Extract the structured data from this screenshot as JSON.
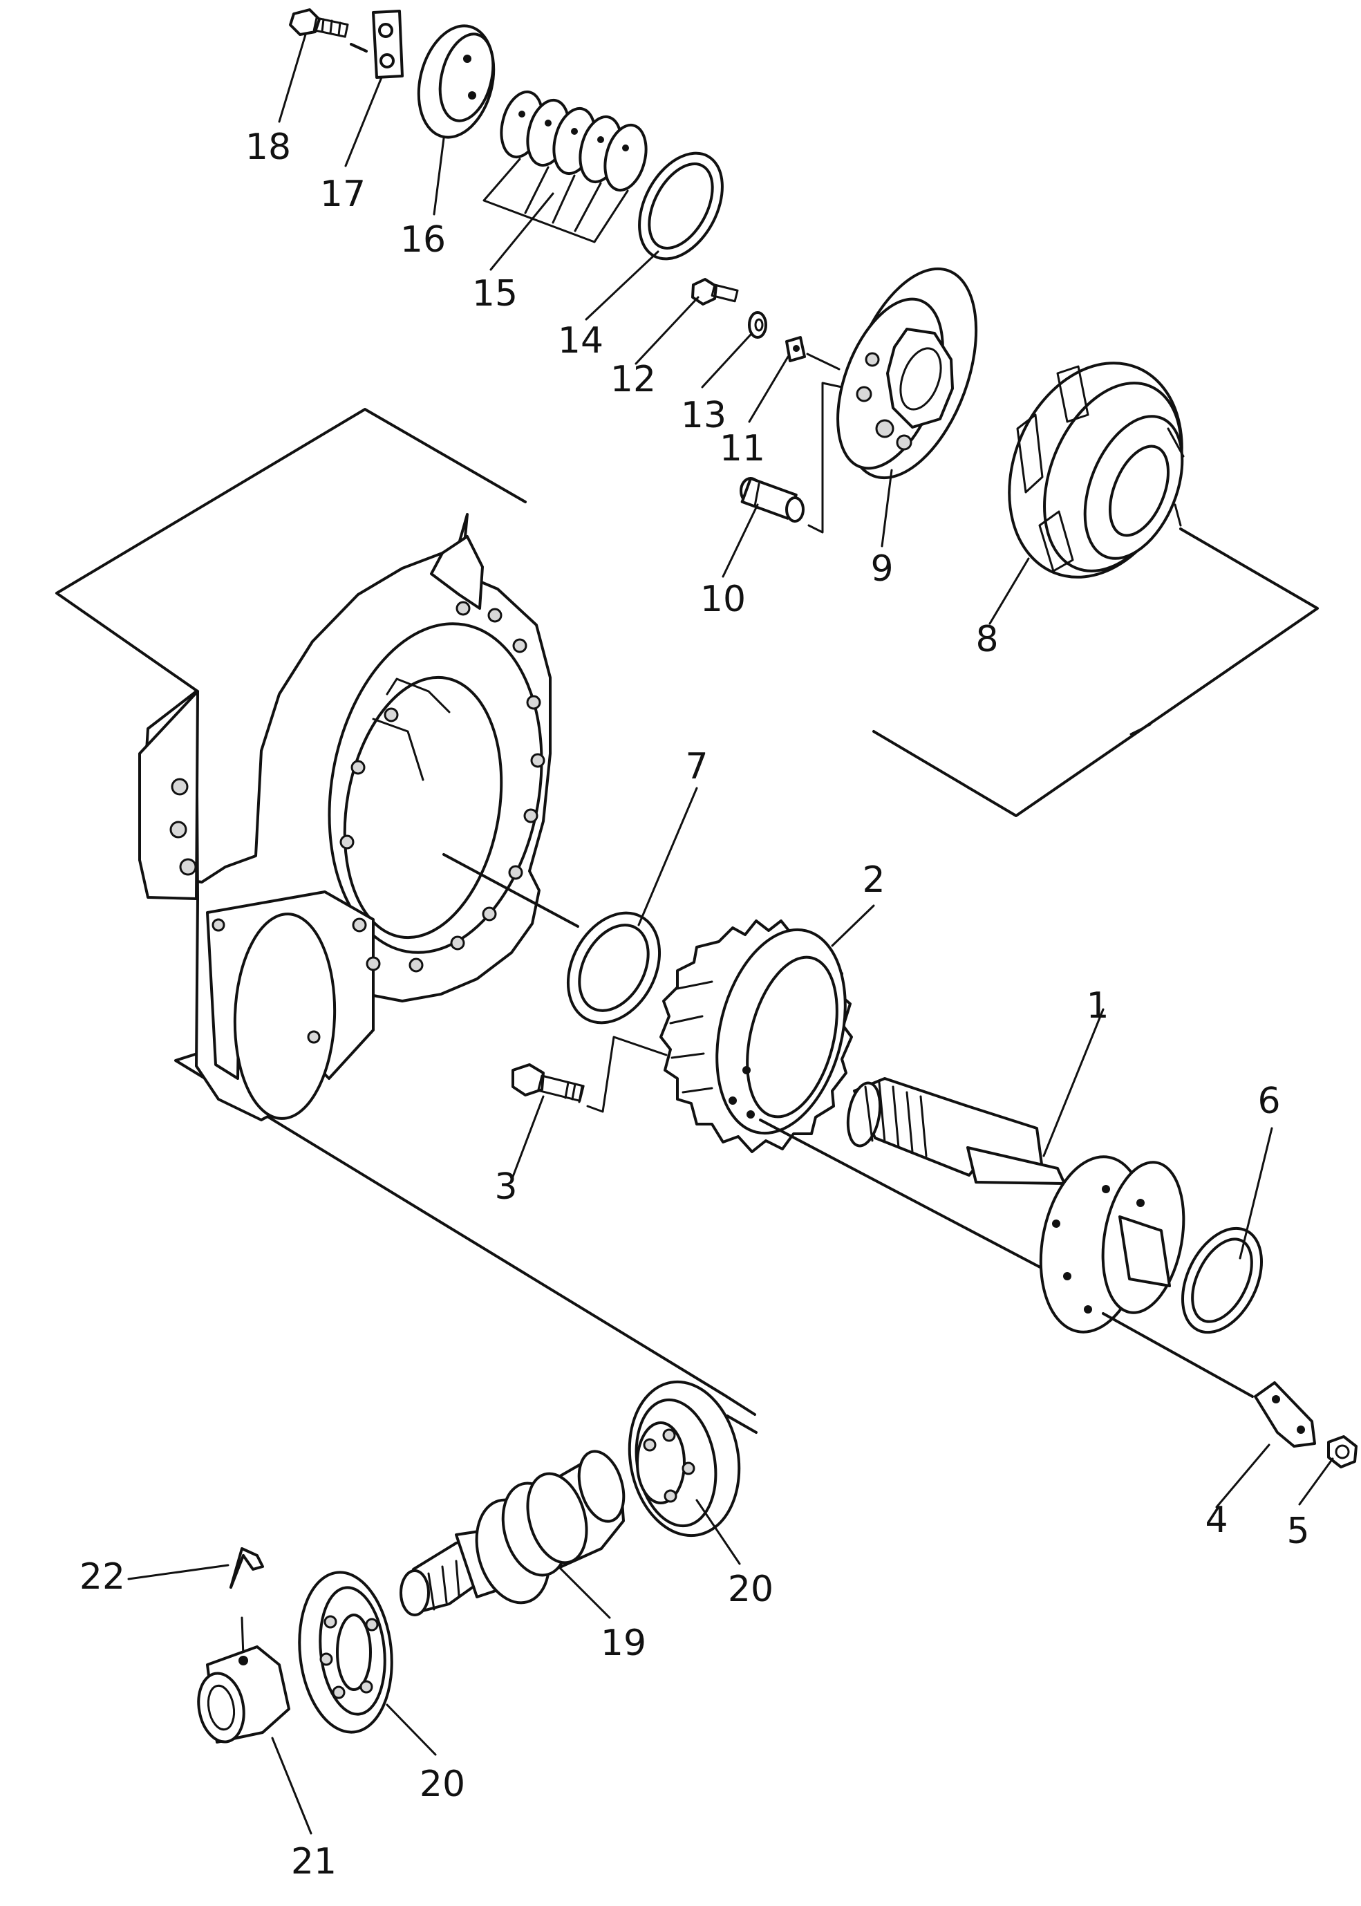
{
  "callouts": [
    {
      "id": "c1",
      "text": "1"
    },
    {
      "id": "c2",
      "text": "2"
    },
    {
      "id": "c3",
      "text": "3"
    },
    {
      "id": "c4",
      "text": "4"
    },
    {
      "id": "c5",
      "text": "5"
    },
    {
      "id": "c6",
      "text": "6"
    },
    {
      "id": "c7",
      "text": "7"
    },
    {
      "id": "c8",
      "text": "8"
    },
    {
      "id": "c9",
      "text": "9"
    },
    {
      "id": "c10",
      "text": "10"
    },
    {
      "id": "c11",
      "text": "11"
    },
    {
      "id": "c12",
      "text": "12"
    },
    {
      "id": "c13",
      "text": "13"
    },
    {
      "id": "c14",
      "text": "14"
    },
    {
      "id": "c15",
      "text": "15"
    },
    {
      "id": "c16",
      "text": "16"
    },
    {
      "id": "c17",
      "text": "17"
    },
    {
      "id": "c18",
      "text": "18"
    },
    {
      "id": "c19",
      "text": "19"
    },
    {
      "id": "c20a",
      "text": "20"
    },
    {
      "id": "c20b",
      "text": "20"
    },
    {
      "id": "c21",
      "text": "21"
    },
    {
      "id": "c22",
      "text": "22"
    }
  ]
}
